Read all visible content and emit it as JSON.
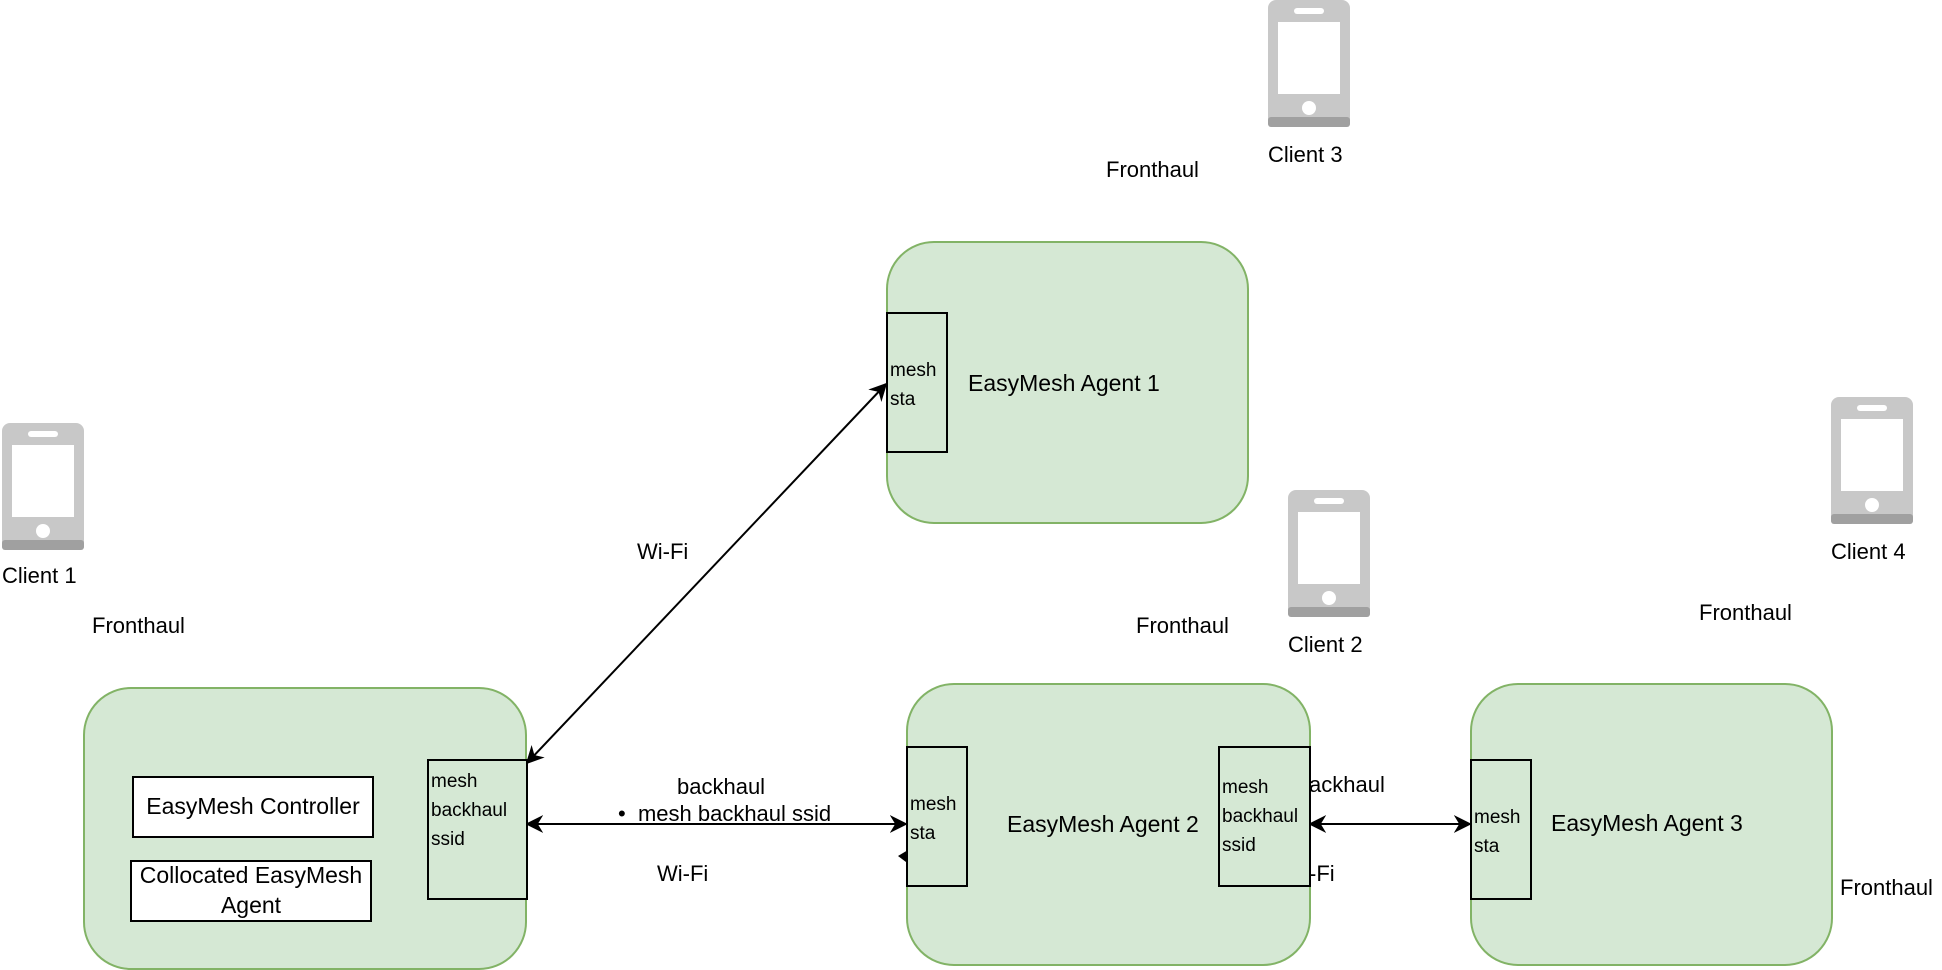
{
  "nodes": {
    "controller_box": {
      "controller_label": "EasyMesh Controller",
      "collocated_agent_label": "Collocated EasyMesh Agent",
      "port": [
        "mesh",
        "backhaul",
        "ssid"
      ]
    },
    "agent1": {
      "label": "EasyMesh Agent 1",
      "port": [
        "mesh",
        "sta"
      ]
    },
    "agent2": {
      "label": "EasyMesh Agent 2",
      "port_left": [
        "mesh",
        "sta"
      ],
      "port_right": [
        "mesh",
        "backhaul",
        "ssid"
      ]
    },
    "agent3": {
      "label": "EasyMesh Agent 3",
      "port": [
        "mesh",
        "sta"
      ]
    }
  },
  "clients": [
    "Client 1",
    "Client 2",
    "Client 3",
    "Client 4"
  ],
  "fronthaul_labels": [
    "Fronthaul",
    "Fronthaul",
    "Fronthaul",
    "Fronthaul",
    "Fronthaul"
  ],
  "links": {
    "ctrl_agent1": "Wi-Fi",
    "ctrl_agent2_top": "backhaul",
    "ctrl_agent2_bullet": "mesh backhaul ssid",
    "ctrl_agent2_bottom": "Wi-Fi",
    "agent2_agent3_top": "ackhaul",
    "agent2_agent3_bottom": "-Fi"
  },
  "colors": {
    "node_fill": "#d5e8d4",
    "node_stroke": "#82b366",
    "phone": "#c8c8c8",
    "phone_dark": "#a0a0a0"
  }
}
